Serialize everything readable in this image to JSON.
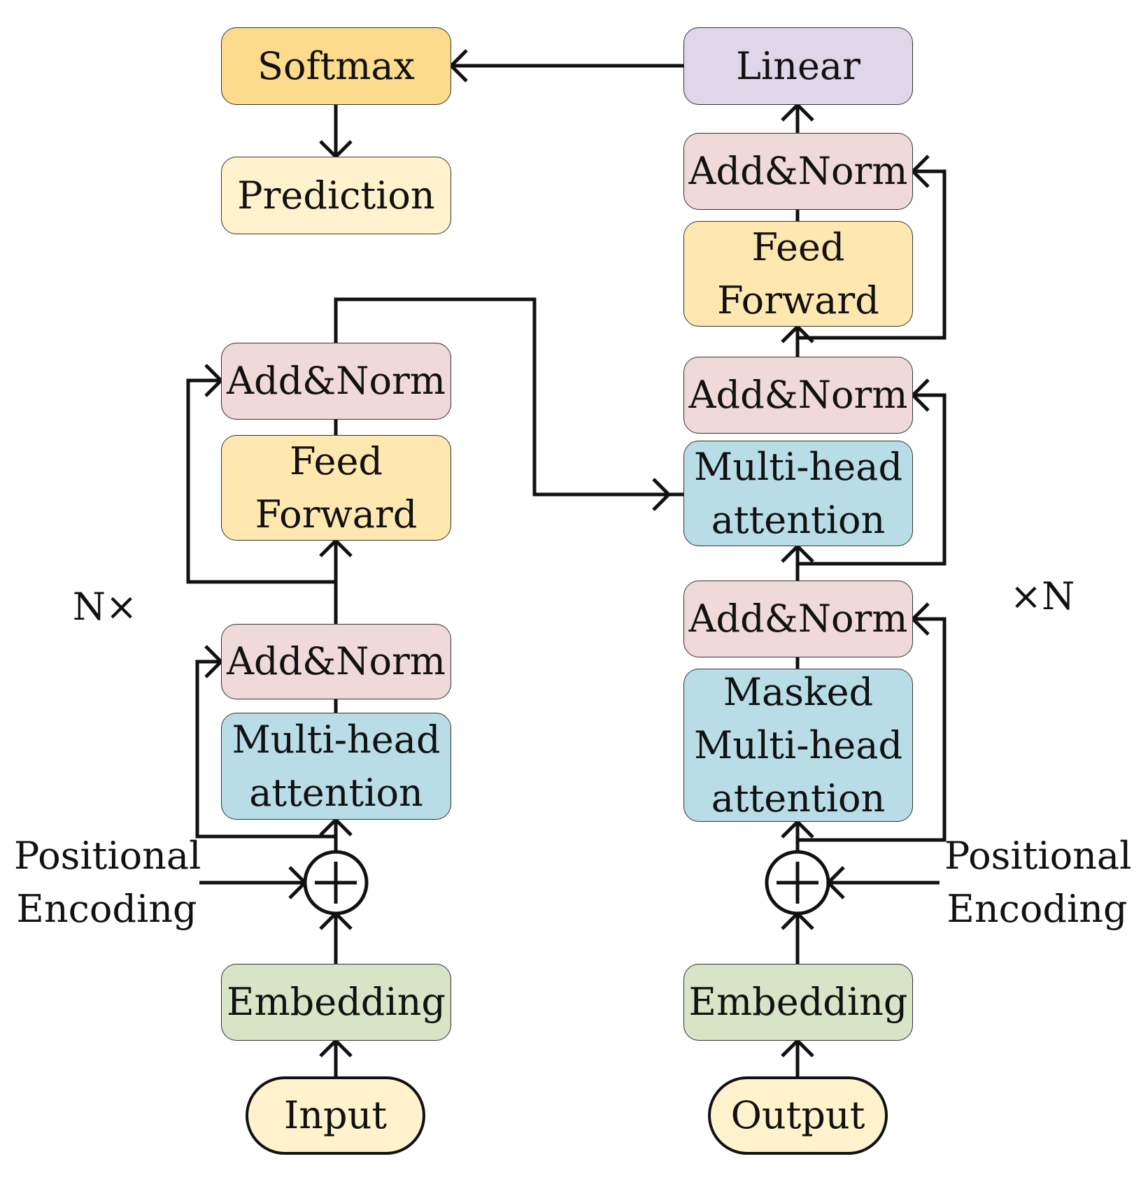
{
  "colors": {
    "softmax": "#fcdc8c",
    "prediction": "#fff2cc",
    "linear": "#e0d6e9",
    "add_norm": "#efd9d9",
    "feed_forward": "#ffe8b0",
    "attention": "#b8dde6",
    "embedding": "#d8e4c6",
    "io": "#fff2cc",
    "line": "#111111"
  },
  "top": {
    "softmax": "Softmax",
    "prediction": "Prediction",
    "linear": "Linear"
  },
  "encoder": {
    "repeat_label": "N×",
    "add_norm_top": "Add&Norm",
    "feed_forward": "Feed\nForward",
    "add_norm_bottom": "Add&Norm",
    "attention": "Multi-head\nattention",
    "positional_encoding": "Positional\nEncoding",
    "embedding": "Embedding",
    "input": "Input"
  },
  "decoder": {
    "repeat_label": "×N",
    "add_norm_top": "Add&Norm",
    "feed_forward": "Feed\nForward",
    "add_norm_middle": "Add&Norm",
    "cross_attention": "Multi-head\nattention",
    "add_norm_bottom": "Add&Norm",
    "masked_attention": "Masked\nMulti-head\nattention",
    "positional_encoding": "Positional\nEncoding",
    "embedding": "Embedding",
    "output": "Output"
  }
}
